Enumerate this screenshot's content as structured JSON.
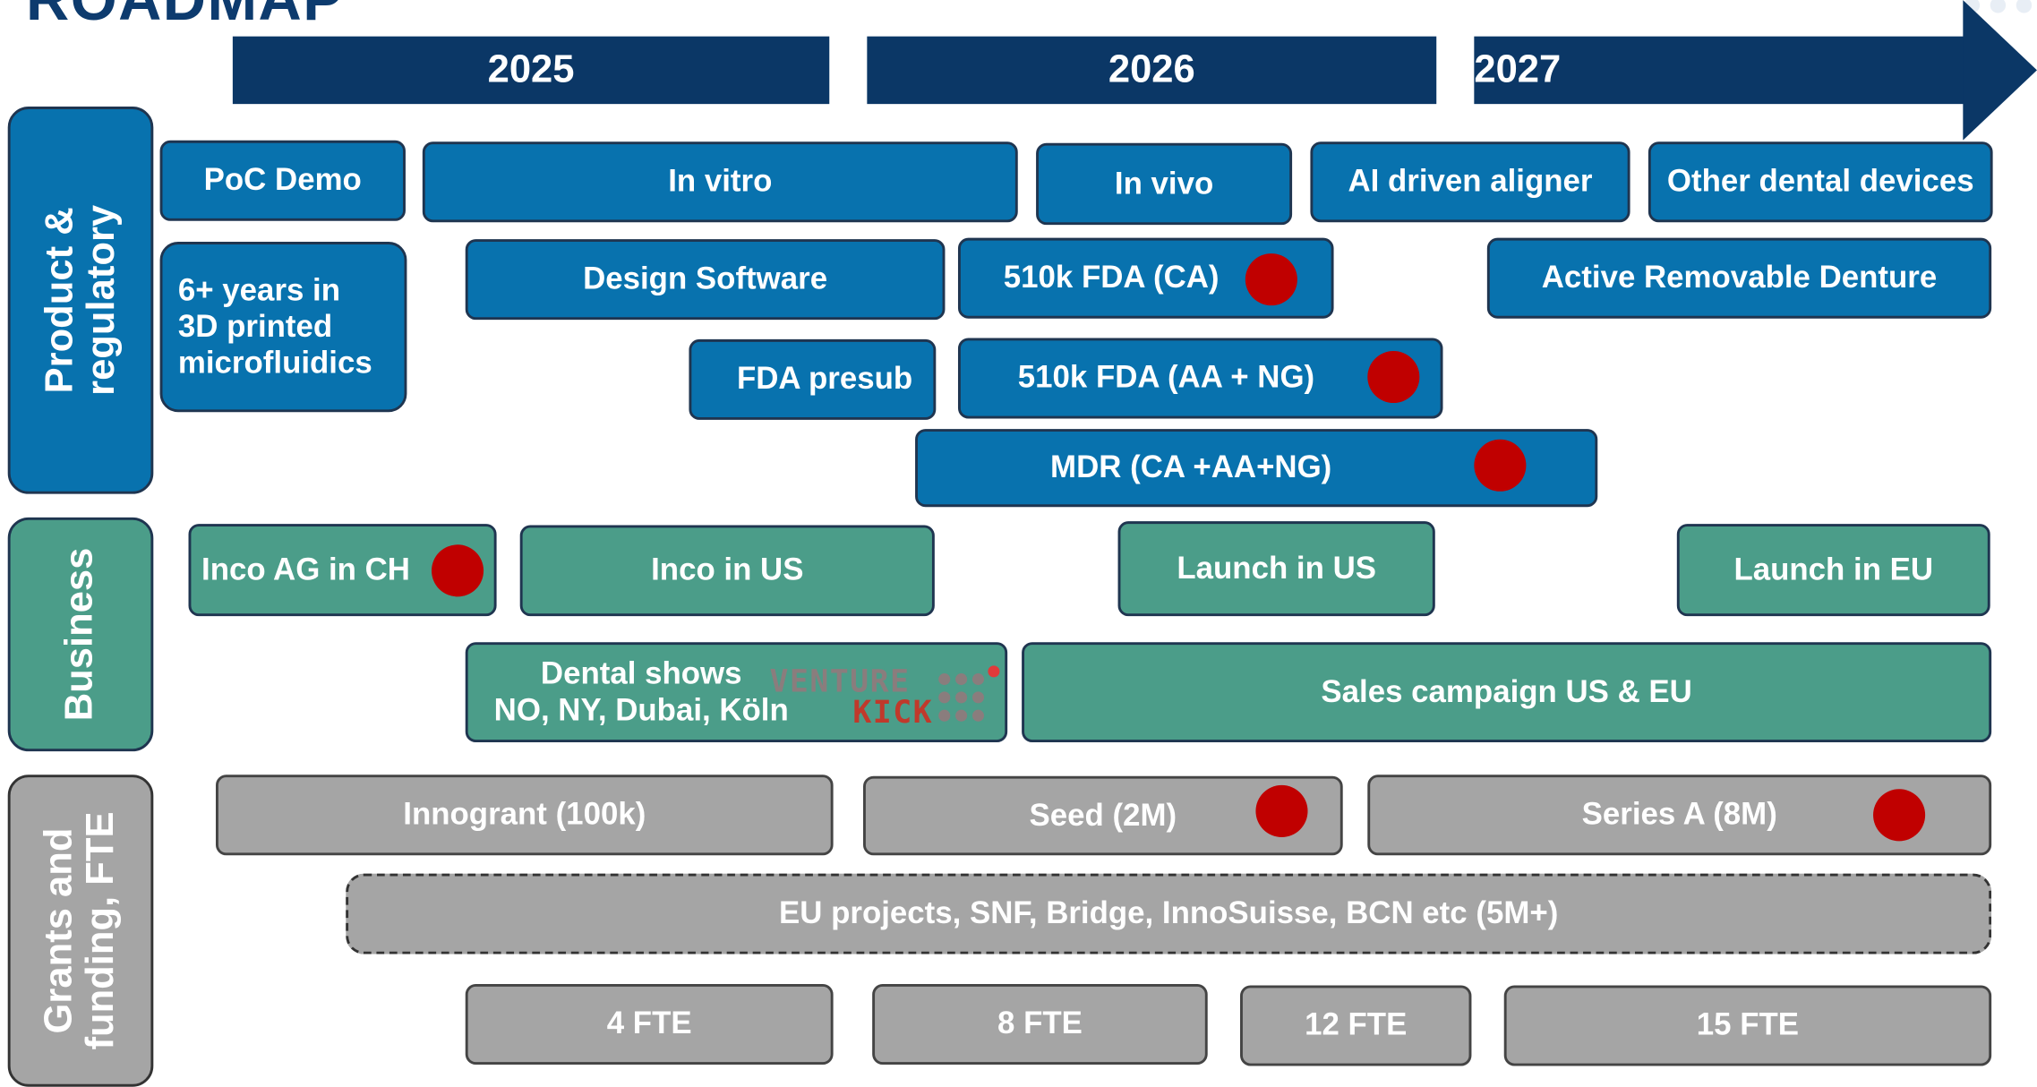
{
  "title": "ROADMAP",
  "years": [
    "2025",
    "2026",
    "2027"
  ],
  "rows": {
    "product": "Product &\nregulatory",
    "business": "Business",
    "grants": "Grants and\nfunding, FTE"
  },
  "product_items": {
    "poc_demo": "PoC Demo",
    "in_vitro": "In vitro",
    "in_vivo": "In vivo",
    "ai_aligner": "AI driven aligner",
    "other_devices": "Other dental devices",
    "experience": "6+ years in\n3D printed\nmicrofluidics",
    "design_software": "Design Software",
    "fda_510k_ca": "510k FDA (CA)",
    "active_denture": "Active Removable Denture",
    "fda_presub": "FDA presub",
    "fda_510k_aa_ng": "510k FDA (AA + NG)",
    "mdr": "MDR (CA +AA+NG)"
  },
  "business_items": {
    "inco_ch": "Inco AG in CH",
    "inco_us": "Inco in US",
    "launch_us": "Launch in US",
    "launch_eu": "Launch in EU",
    "dental_shows": "Dental shows\nNO, NY, Dubai, Köln",
    "sales_campaign": "Sales campaign US & EU"
  },
  "venture_kick": {
    "line1": "VENTURE",
    "line2": "KICK"
  },
  "funding_items": {
    "innogrant": "Innogrant (100k)",
    "seed": "Seed (2M)",
    "series_a": "Series A (8M)",
    "eu_projects": "EU projects, SNF, Bridge, InnoSuisse, BCN etc  (5M+)"
  },
  "fte": [
    "4 FTE",
    "8 FTE",
    "12 FTE",
    "15 FTE"
  ],
  "colors": {
    "timeline": "#0b3766",
    "product": "#0872ae",
    "business": "#4b9d89",
    "funding": "#a5a5a5",
    "milestone_dot": "#c00000"
  }
}
